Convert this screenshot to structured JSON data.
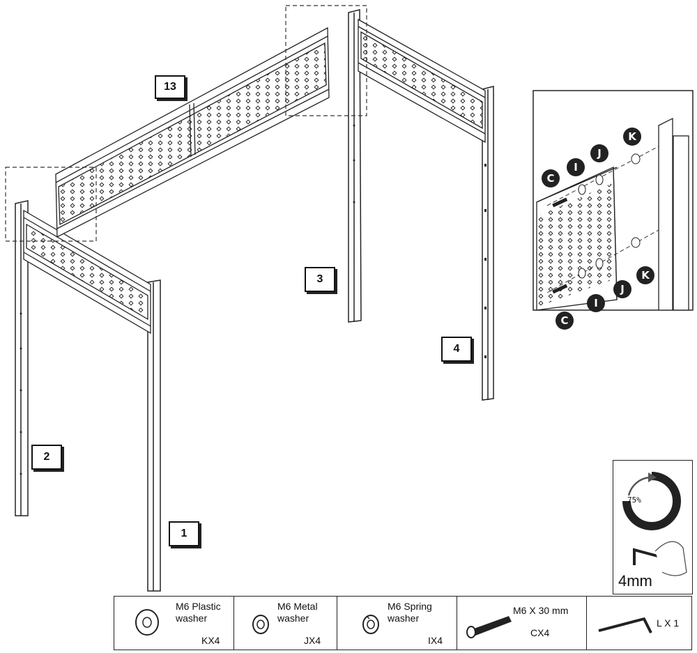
{
  "step_labels": {
    "main": "13",
    "leg1": "1",
    "leg2": "2",
    "leg3": "3",
    "leg4": "4"
  },
  "detail_badges": {
    "c": "C",
    "i": "I",
    "j": "J",
    "k": "K"
  },
  "tool": {
    "torque": "75%",
    "size": "4mm"
  },
  "parts": [
    {
      "name": "M6 Plastic washer",
      "qty": "KX4"
    },
    {
      "name": "M6 Metal washer",
      "qty": "JX4"
    },
    {
      "name": "M6 Spring washer",
      "qty": "IX4"
    },
    {
      "name": "M6 X 30 mm",
      "qty": "CX4"
    },
    {
      "name": "L X 1",
      "qty": ""
    }
  ]
}
